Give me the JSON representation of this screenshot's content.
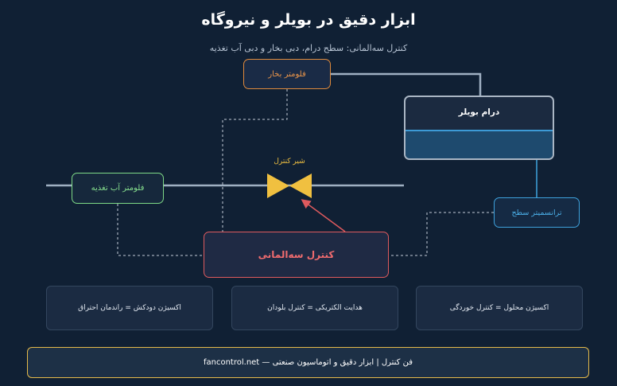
{
  "header": {
    "title": "ابزار دقیق در بویلر و نیروگاه",
    "subtitle": "کنترل سه‌المانی: سطح درام، دبی بخار و دبی آب تغذیه"
  },
  "diagram": {
    "steam_flowmeter": "فلومتر بخار",
    "boiler_drum": "درام بویلر",
    "control_valve": "شیر کنترل",
    "feedwater_flowmeter": "فلومتر آب تغذیه",
    "level_transmitter": "ترانسمیتر سطح",
    "three_element_controller": "کنترل سه‌المانی"
  },
  "info_cards": [
    "اکسیژن محلول = کنترل خوردگی",
    "هدایت الکتریکی = کنترل بلودان",
    "اکسیژن دودکش = راندمان احتراق"
  ],
  "footer": {
    "text": "فن کنترل | ابزار دقیق و اتوماسیون صنعتی — fancontrol.net"
  },
  "colors": {
    "background": "#102034",
    "steam": "#e08a3c",
    "feedwater": "#7ed987",
    "level": "#3ea2dd",
    "controller": "#de5a5e",
    "valve": "#f0c040",
    "footer_border": "#e4b94a"
  }
}
